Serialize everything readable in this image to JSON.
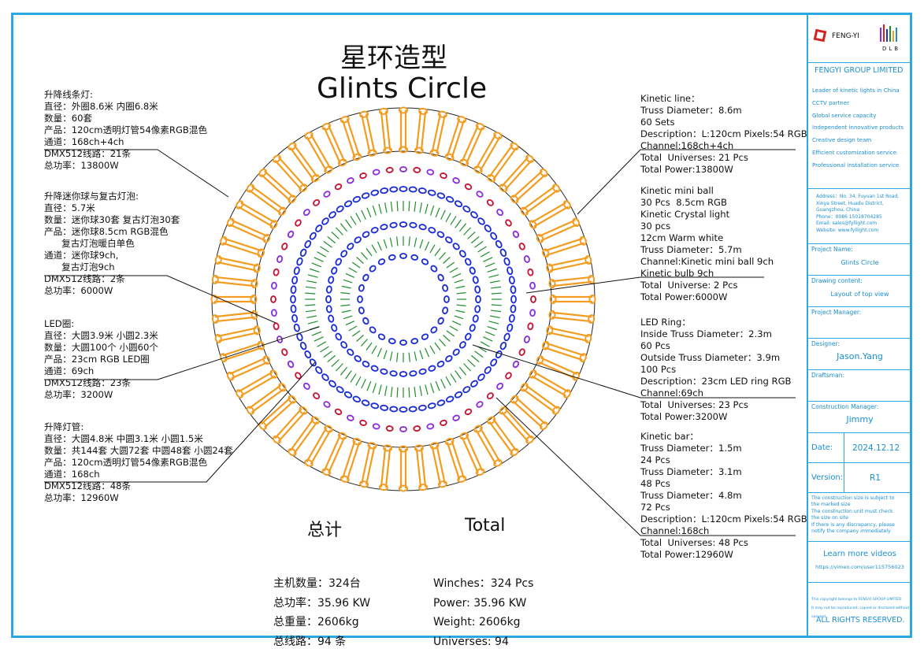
{
  "title": {
    "cn": "星环造型",
    "en": "Glints Circle"
  },
  "left_notes": [
    {
      "lines": [
        "升降线条灯:",
        "直径：外圈8.6米 内圈6.8米",
        "数量：60套",
        "产品：120cm透明灯管54像素RGB混色",
        "通道：168ch+4ch",
        "DMX512线路：21条",
        "总功率：13800W"
      ]
    },
    {
      "lines": [
        "升降迷你球与复古灯泡:",
        "直径：5.7米",
        "数量：迷你球30套 复古灯泡30套",
        "产品：迷你球8.5cm RGB混色",
        "      复古灯泡暖白单色",
        "通道：迷你球9ch,",
        "      复古灯泡9ch",
        "DMX512线路：2条",
        "总功率：6000W"
      ]
    },
    {
      "lines": [
        "LED圈:",
        "直径：大圆3.9米 小圆2.3米",
        "数量：大圆100个 小圆60个",
        "产品：23cm RGB LED圈",
        "通道：69ch",
        "DMX512线路：23条",
        "总功率：3200W"
      ]
    },
    {
      "lines": [
        "升降灯管:",
        "直径：大圆4.8米 中圆3.1米 小圆1.5米",
        "数量：共144套 大圆72套 中圆48套 小圆24套",
        "产品：120cm透明灯管54像素RGB混色",
        "通道：168ch",
        "DMX512线路：48条",
        "总功率：12960W"
      ]
    }
  ],
  "right_notes": [
    {
      "lines": [
        "Kinetic line：",
        "Truss Diameter：8.6m",
        "60 Sets",
        "Description：L:120cm Pixels:54 RGB",
        "Channel:168ch+4ch",
        "Total  Universes: 21 Pcs",
        "Total Power:13800W"
      ]
    },
    {
      "lines": [
        "Kinetic mini ball",
        "30 Pcs  8.5cm RGB",
        "Kinetic Crystal light",
        "30 pcs",
        "12cm Warm white",
        "Truss Diameter：5.7m",
        "Channel:Kinetic mini ball 9ch",
        "Kinetic bulb 9ch",
        "Total  Universe: 2 Pcs",
        "Total Power:6000W"
      ]
    },
    {
      "lines": [
        "LED Ring：",
        "Inside Truss Diameter：2.3m",
        "60 Pcs",
        "Outside Truss Diameter：3.9m",
        "100 Pcs",
        "Description：23cm LED ring RGB",
        "Channel:69ch",
        "Total  Universes: 23 Pcs",
        "Total Power:3200W"
      ]
    },
    {
      "lines": [
        "Kinetic bar：",
        "Truss Diameter：1.5m",
        "24 Pcs",
        "Truss Diameter：3.1m",
        "48 Pcs",
        "Truss Diameter：4.8m",
        "72 Pcs",
        "Description：L:120cm Pixels:54 RGB",
        "Channel:168ch",
        "Total  Universes: 48 Pcs",
        "Total Power:12960W"
      ]
    }
  ],
  "totals_cn": {
    "heading": "总计",
    "lines": [
      "主机数量：324台",
      "总功率：35.96 KW",
      "总重量：2606kg",
      "总线路：94 条"
    ]
  },
  "totals_en": {
    "heading": "Total",
    "lines": [
      "Winches：324 Pcs",
      "Power: 35.96 KW",
      "Weight: 2606kg",
      "Universes: 94"
    ]
  },
  "title_block": {
    "logo_text": "FENG-YI",
    "logo2_text": "DLB",
    "company": "FENGYI GROUP LIMITED",
    "slogans": [
      "Leader of kinetic lights in China",
      "CCTV partner",
      "Global service capacity",
      "Independent innovative products",
      "Creative design team",
      "Efficient customization service",
      "Professional installation service"
    ],
    "address": [
      "Address：No. 34, Fuyuan 1st Road,",
      "Xinya Street, Huadu District,",
      "Guangzhou, China",
      "Phone：0086 15018704285",
      "Email: sales@fyllight.com",
      "Website: www.fyllight.com"
    ],
    "project_name_label": "Project Name:",
    "project_name": "Glints Circle",
    "drawing_content_label": "Drawing content:",
    "drawing_content": "Layout of top view",
    "project_manager_label": "Project Manager:",
    "designer_label": "Designer:",
    "designer": "Jason.Yang",
    "draftsman_label": "Draftsman:",
    "construction_manager_label": "Construction Manager:",
    "construction_manager": "Jimmy",
    "date_label": "Date:",
    "date": "2024.12.12",
    "version_label": "Version:",
    "version": "R1",
    "notes": [
      "The construction size is subject to",
      "the marked size",
      "The construction unit must check",
      "the size on site",
      "If there is any discrepancy, please",
      "notify the company immediately"
    ],
    "videos_label": "Learn more videos",
    "videos_url": "https://vimeo.com/user115756023",
    "copyright": [
      "This copyright belongs to FENGYI GROUP LIMITED",
      "It may not be reproduced, copied or disclosed without consent."
    ],
    "rights": "ALL  RIGHTS  RESERVED."
  },
  "colors": {
    "frame": "#2aa8e0",
    "orange": "#f39c1f",
    "blue": "#1a2bd8",
    "red": "#c8102e",
    "purple": "#8a2be2",
    "green": "#1f8f2a",
    "text_blue": "#1b8fd2"
  }
}
